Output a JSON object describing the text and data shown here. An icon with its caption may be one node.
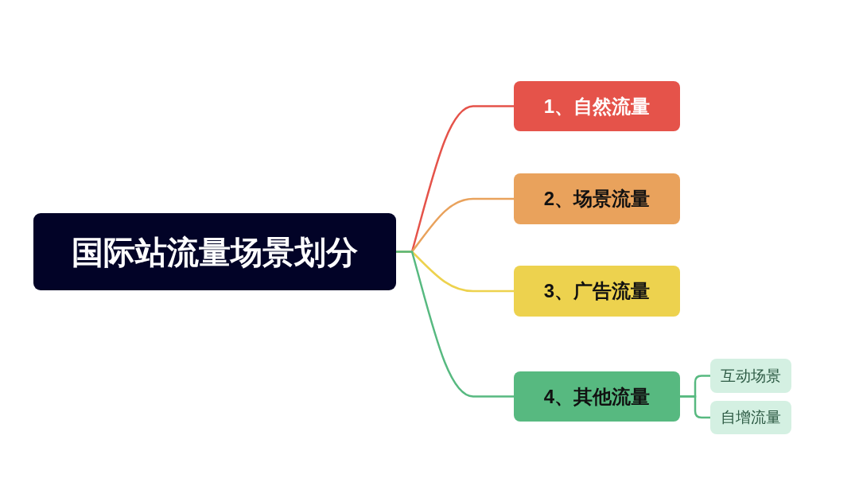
{
  "diagram": {
    "nodes": [
      {
        "text": [
          "国际站流量场景划分"
        ]
      },
      {
        "text": [
          "1、自然流量"
        ]
      },
      {
        "text": [
          "2、场景流量"
        ]
      },
      {
        "text": [
          "3、广告流量"
        ]
      },
      {
        "text": [
          "4、其他流量"
        ]
      },
      {
        "text": [
          "互动场景"
        ]
      },
      {
        "text": [
          "自增流量"
        ]
      }
    ],
    "edges": [
      {
        "from": 0,
        "to": 1,
        "arrow": "none",
        "color": "#e5534a"
      },
      {
        "from": 0,
        "to": 2,
        "arrow": "none",
        "color": "#e9a25c"
      },
      {
        "from": 0,
        "to": 3,
        "arrow": "none",
        "color": "#edd24e"
      },
      {
        "from": 0,
        "to": 4,
        "arrow": "none"
      },
      {
        "from": 4,
        "to": 5,
        "arrow": "none"
      },
      {
        "from": 4,
        "to": 6,
        "arrow": "none"
      }
    ]
  }
}
